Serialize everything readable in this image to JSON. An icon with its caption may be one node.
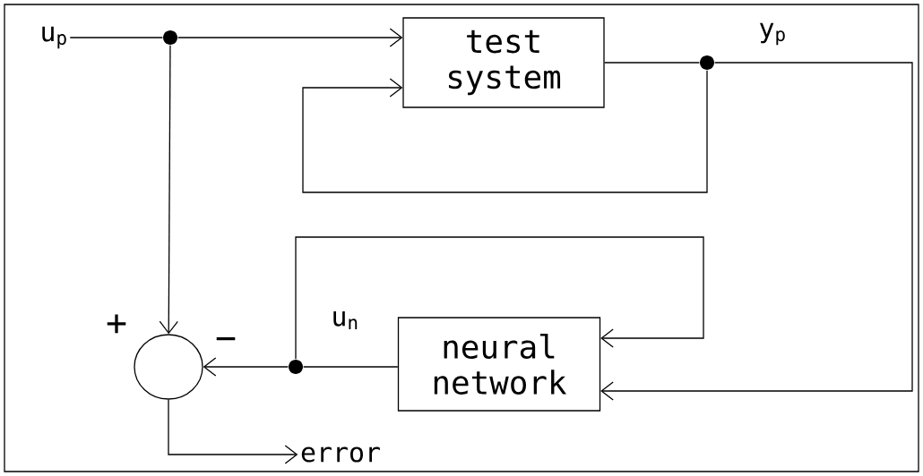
{
  "diagram": {
    "nodes": [
      {
        "text": [
          "u$_{p}$"
        ]
      },
      {
        "text": [],
        "shape": "circle"
      },
      {
        "text": [
          "test system"
        ]
      },
      {
        "text": [],
        "shape": "circle"
      },
      {
        "text": [
          "neural network"
        ]
      },
      {
        "text": [],
        "shape": "circle",
        "beside": [
          "+",
          "−"
        ]
      },
      {
        "text": [],
        "shape": "circle"
      },
      {
        "text": [
          "error"
        ]
      }
    ],
    "edges": [
      {
        "from": 0,
        "to": 1,
        "arrow": "none"
      },
      {
        "from": 1,
        "to": 2,
        "arrow": "to"
      },
      {
        "from": 1,
        "to": 5,
        "arrow": "to"
      },
      {
        "from": 2,
        "to": 3,
        "arrow": "none"
      },
      {
        "from": 3,
        "to": 2,
        "arrow": "to"
      },
      {
        "from": 3,
        "to": 4,
        "arrow": "to"
      },
      {
        "from": 4,
        "to": 6,
        "arrow": "none"
      },
      {
        "from": 6,
        "to": 5,
        "arrow": "to"
      },
      {
        "from": 6,
        "to": 4,
        "arrow": "to"
      },
      {
        "from": 5,
        "to": 7,
        "arrow": "to"
      }
    ],
    "labels": [
      "y$_{p}$",
      "u$_{n}$"
    ]
  }
}
